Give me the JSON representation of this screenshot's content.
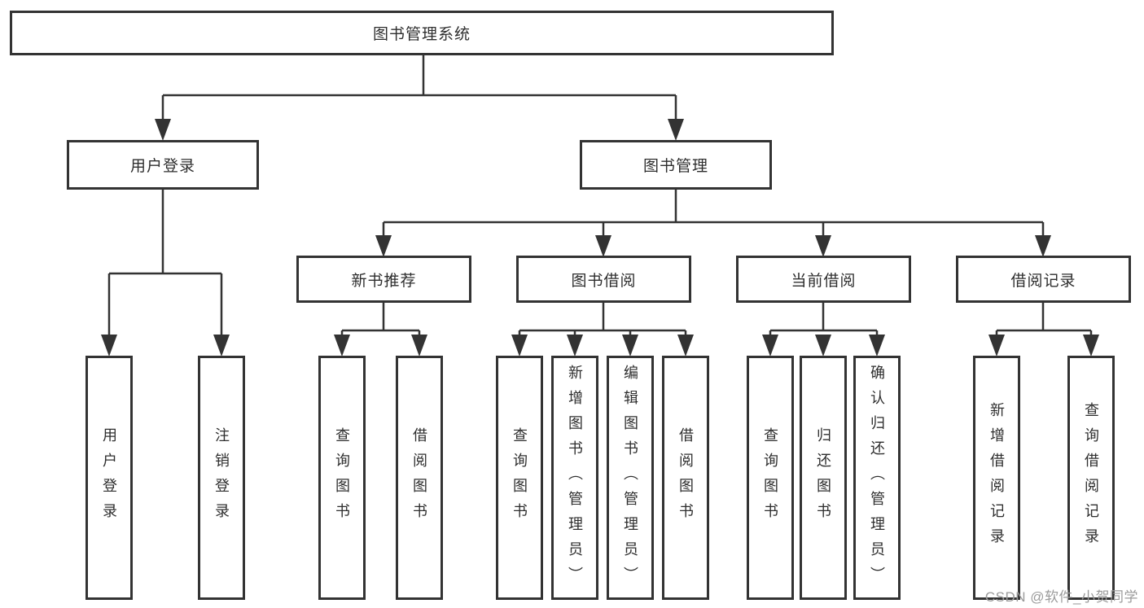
{
  "colors": {
    "line": "#333333",
    "text": "#2e2e2e",
    "background": "#ffffff",
    "watermark": "#9b9b9b"
  },
  "watermark": {
    "text": "CSDN @软件_小贺同学"
  },
  "tree": {
    "root": {
      "label": "图书管理系统"
    },
    "branches": [
      {
        "label": "用户登录",
        "children": [
          {
            "label": "用户登录"
          },
          {
            "label": "注销登录"
          }
        ]
      },
      {
        "label": "图书管理",
        "children": [
          {
            "label": "新书推荐",
            "children": [
              {
                "label": "查询图书"
              },
              {
                "label": "借阅图书"
              }
            ]
          },
          {
            "label": "图书借阅",
            "children": [
              {
                "label": "查询图书"
              },
              {
                "label": "新增图书（管理员）"
              },
              {
                "label": "编辑图书（管理员）"
              },
              {
                "label": "借阅图书"
              }
            ]
          },
          {
            "label": "当前借阅",
            "children": [
              {
                "label": "查询图书"
              },
              {
                "label": "归还图书"
              },
              {
                "label": "确认归还（管理员）"
              }
            ]
          },
          {
            "label": "借阅记录",
            "children": [
              {
                "label": "新增借阅记录"
              },
              {
                "label": "查询借阅记录"
              }
            ]
          }
        ]
      }
    ]
  }
}
